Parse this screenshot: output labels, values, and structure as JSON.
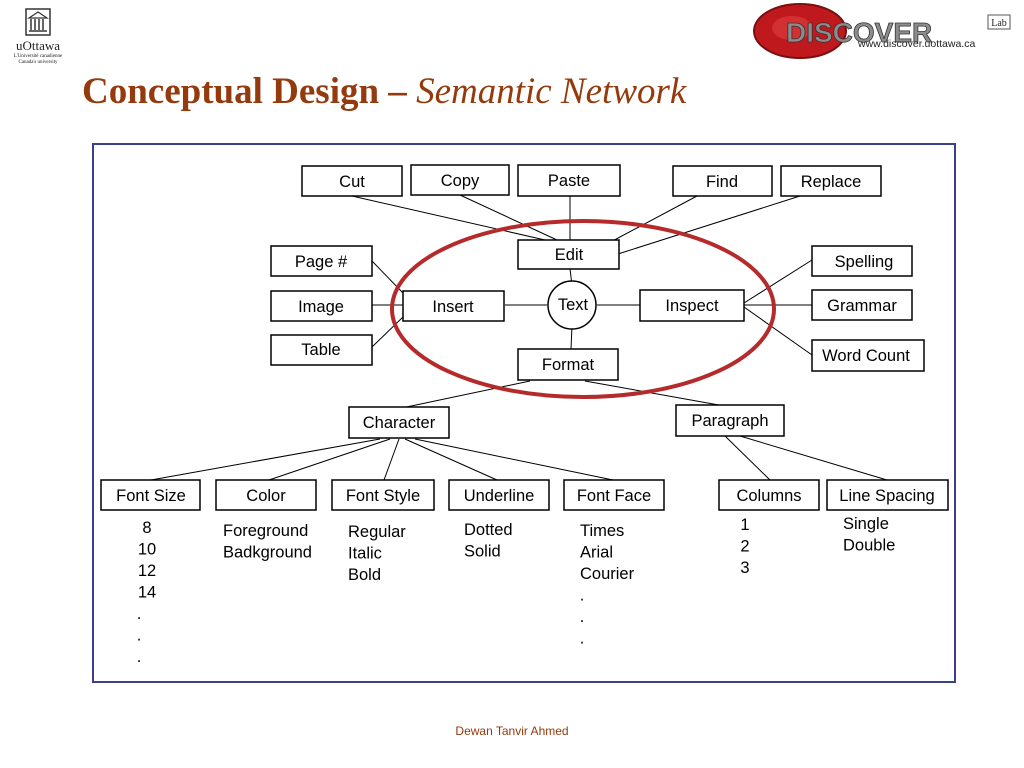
{
  "header": {
    "university_name": "uOttawa",
    "university_tag_line1": "L'Université canadienne",
    "university_tag_line2": "Canada's university",
    "lab_logo_text": "DISCOVER",
    "lab_logo_badge": "Lab",
    "lab_url": "www.discover.uottawa.ca"
  },
  "title": {
    "main": "Conceptual Design – ",
    "italic": "Semantic Network"
  },
  "diagram": {
    "center": "Text",
    "nodes": {
      "cut": "Cut",
      "copy": "Copy",
      "paste": "Paste",
      "find": "Find",
      "replace": "Replace",
      "edit": "Edit",
      "page_number": "Page #",
      "image": "Image",
      "table": "Table",
      "insert": "Insert",
      "inspect": "Inspect",
      "spelling": "Spelling",
      "grammar": "Grammar",
      "word_count": "Word Count",
      "format": "Format",
      "character": "Character",
      "paragraph": "Paragraph",
      "font_size": "Font Size",
      "color": "Color",
      "font_style": "Font Style",
      "underline": "Underline",
      "font_face": "Font Face",
      "columns": "Columns",
      "line_spacing": "Line Spacing"
    },
    "values": {
      "font_size": [
        "8",
        "10",
        "12",
        "14",
        ".",
        ".",
        "."
      ],
      "color": [
        "Foreground",
        "Badkground"
      ],
      "font_style": [
        "Regular",
        "Italic",
        "Bold"
      ],
      "underline": [
        "Dotted",
        "Solid"
      ],
      "font_face": [
        "Times",
        "Arial",
        "Courier",
        ".",
        ".",
        "."
      ],
      "columns": [
        "1",
        "2",
        "3"
      ],
      "line_spacing": [
        "Single",
        "Double"
      ]
    }
  },
  "footer": {
    "author": "Dewan Tanvir Ahmed"
  },
  "colors": {
    "title": "#943a0c",
    "frame_border": "#3c3f8c",
    "highlight_ellipse": "#b52a2a",
    "logo_red": "#c0191d"
  }
}
